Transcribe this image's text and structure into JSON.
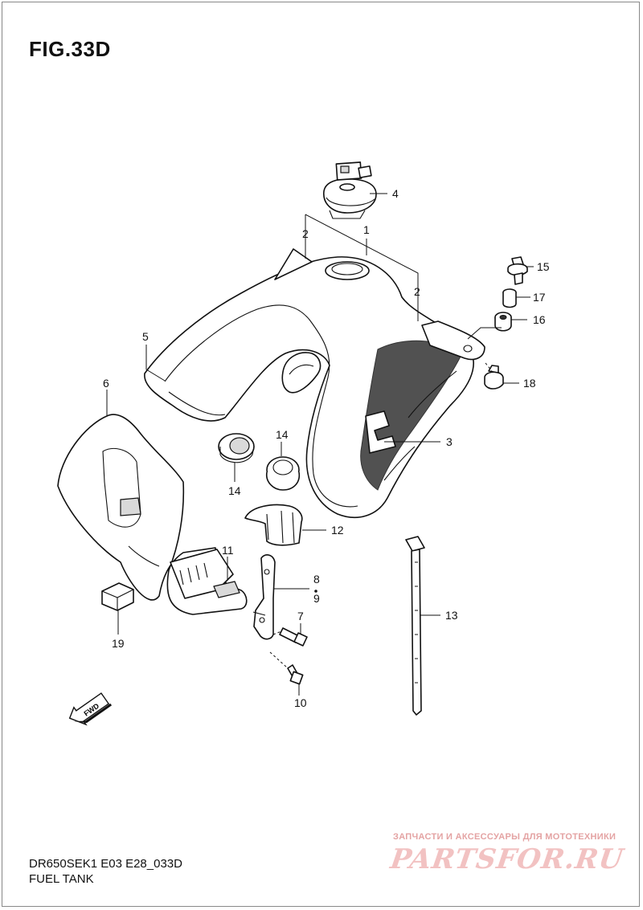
{
  "figure": {
    "title": "FIG.33D"
  },
  "footer": {
    "model_code": "DR650SEK1 E03 E28_033D",
    "section_name": "FUEL TANK"
  },
  "watermark": {
    "tagline": "ЗАПЧАСТИ И АКСЕССУАРЫ ДЛЯ МОТОТЕХНИКИ",
    "logo": "PARTSFOR.RU"
  },
  "diagram": {
    "callouts": [
      "1",
      "2",
      "2",
      "3",
      "4",
      "5",
      "6",
      "7",
      "8",
      "9",
      "10",
      "11",
      "12",
      "13",
      "14",
      "14",
      "15",
      "16",
      "17",
      "18",
      "19"
    ],
    "fwd_label": "FWD"
  }
}
